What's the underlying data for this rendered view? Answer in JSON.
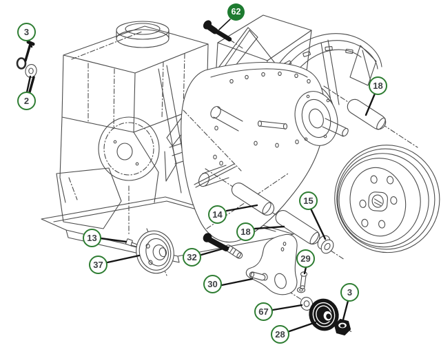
{
  "diagram": {
    "callouts": [
      {
        "ref": "3",
        "style": "outline"
      },
      {
        "ref": "2",
        "style": "outline"
      },
      {
        "ref": "62",
        "style": "selected"
      },
      {
        "ref": "18",
        "style": "outline"
      },
      {
        "ref": "14",
        "style": "outline"
      },
      {
        "ref": "18",
        "style": "outline"
      },
      {
        "ref": "15",
        "style": "outline"
      },
      {
        "ref": "13",
        "style": "outline"
      },
      {
        "ref": "37",
        "style": "outline"
      },
      {
        "ref": "32",
        "style": "outline"
      },
      {
        "ref": "29",
        "style": "outline"
      },
      {
        "ref": "30",
        "style": "outline"
      },
      {
        "ref": "67",
        "style": "outline"
      },
      {
        "ref": "28",
        "style": "outline"
      },
      {
        "ref": "3",
        "style": "outline"
      }
    ],
    "colors": {
      "callout_ring": "#2e7d32",
      "callout_selected_fill": "#1e7b30",
      "callout_text": "#3d4043",
      "leader_line": "#141414",
      "line_art": "#4a4a4a",
      "hardware_fill": "#161616",
      "background": "#ffffff"
    }
  }
}
